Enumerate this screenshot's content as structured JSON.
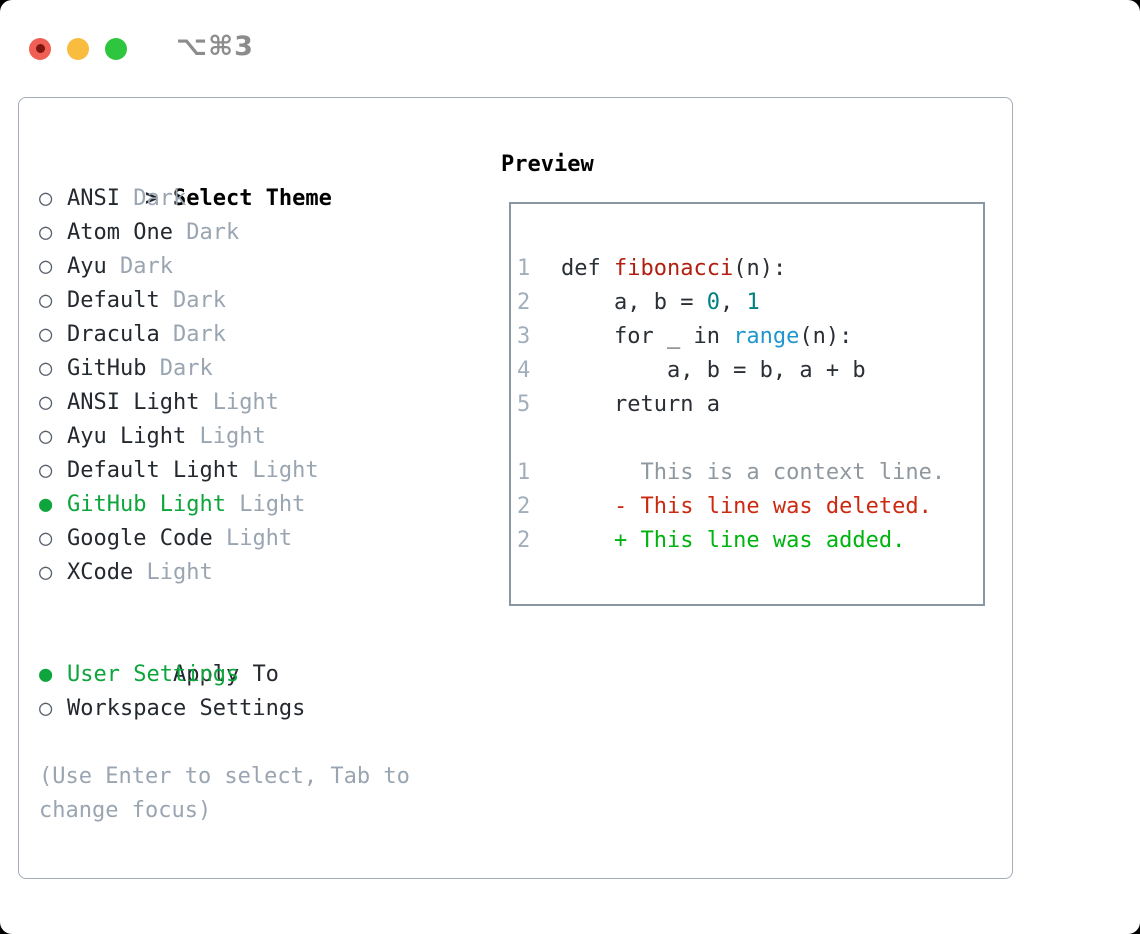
{
  "window": {
    "title": "⌥⌘3",
    "traffic_lights": [
      "close",
      "minimize",
      "zoom"
    ]
  },
  "theme_picker": {
    "prompt": ">",
    "title": "Select Theme",
    "themes": [
      {
        "label": "ANSI",
        "variant": "Dark",
        "selected": false
      },
      {
        "label": "Atom One",
        "variant": "Dark",
        "selected": false
      },
      {
        "label": "Ayu",
        "variant": "Dark",
        "selected": false
      },
      {
        "label": "Default",
        "variant": "Dark",
        "selected": false
      },
      {
        "label": "Dracula",
        "variant": "Dark",
        "selected": false
      },
      {
        "label": "GitHub",
        "variant": "Dark",
        "selected": false
      },
      {
        "label": "ANSI Light",
        "variant": "Light",
        "selected": false
      },
      {
        "label": "Ayu Light",
        "variant": "Light",
        "selected": false
      },
      {
        "label": "Default Light",
        "variant": "Light",
        "selected": false
      },
      {
        "label": "GitHub Light",
        "variant": "Light",
        "selected": true
      },
      {
        "label": "Google Code",
        "variant": "Light",
        "selected": false
      },
      {
        "label": "XCode",
        "variant": "Light",
        "selected": false
      }
    ],
    "apply_to": {
      "title": "Apply To",
      "options": [
        {
          "label": "User Settings",
          "selected": true
        },
        {
          "label": "Workspace Settings",
          "selected": false
        }
      ]
    },
    "hint": "(Use Enter to select, Tab to change focus)"
  },
  "preview": {
    "title": "Preview",
    "lines": [
      {
        "num": "1",
        "tokens": [
          {
            "t": "def ",
            "c": "plain"
          },
          {
            "t": "fibonacci",
            "c": "func"
          },
          {
            "t": "(n):",
            "c": "plain"
          }
        ]
      },
      {
        "num": "2",
        "tokens": [
          {
            "t": "    a, b = ",
            "c": "plain"
          },
          {
            "t": "0",
            "c": "number"
          },
          {
            "t": ", ",
            "c": "plain"
          },
          {
            "t": "1",
            "c": "number"
          }
        ]
      },
      {
        "num": "3",
        "tokens": [
          {
            "t": "    for _ in ",
            "c": "plain"
          },
          {
            "t": "range",
            "c": "builtin"
          },
          {
            "t": "(n):",
            "c": "plain"
          }
        ]
      },
      {
        "num": "4",
        "tokens": [
          {
            "t": "        a, b = b, a + b",
            "c": "plain"
          }
        ]
      },
      {
        "num": "5",
        "tokens": [
          {
            "t": "    return a",
            "c": "plain"
          }
        ]
      },
      {
        "num": "",
        "tokens": []
      },
      {
        "num": "1",
        "tokens": [
          {
            "t": "      This is a context line.",
            "c": "context"
          }
        ]
      },
      {
        "num": "2",
        "tokens": [
          {
            "t": "    - This line was deleted.",
            "c": "deleted"
          }
        ]
      },
      {
        "num": "2",
        "tokens": [
          {
            "t": "    + This line was added.",
            "c": "added"
          }
        ]
      }
    ]
  },
  "colors": {
    "text_main": "#24292f",
    "muted_gray": "#9aa5b2",
    "radio_gray": "#57606a",
    "accent_green": "#0da53c",
    "added_green": "#00b30f",
    "deleted_red": "#cb2a10",
    "func_red": "#b01f10",
    "number_teal": "#008080",
    "builtin_blue": "#2196cd",
    "code_text": "#2a2f35",
    "gutter_gray": "#a2aebc",
    "context_gray": "#8f979f",
    "panel_border": "#a3adb8",
    "preview_border": "#8b96a3",
    "title_gray": "#8c8c8c",
    "dot_red": "#ef5f55",
    "dot_red_core": "#7e150e",
    "dot_yellow": "#f8bd3e",
    "dot_green": "#2ec63e"
  }
}
